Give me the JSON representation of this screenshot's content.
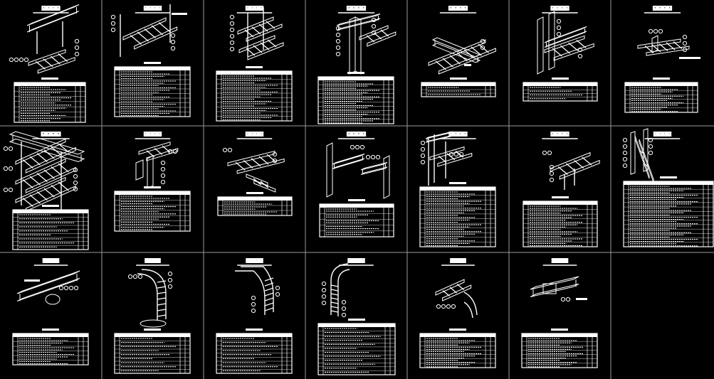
{
  "sheet": {
    "background": "#000000",
    "line_color": "#ffffff",
    "grid_color": "#9a9a9a",
    "columns": 7,
    "rows": 3
  },
  "panels": [
    {
      "id": "r1c1",
      "drawing": "trapeze-hanger-beam",
      "table_rows": 7,
      "has_table": true
    },
    {
      "id": "r1c2",
      "drawing": "ladder-tray-wall-support",
      "table_rows": 10,
      "has_table": true
    },
    {
      "id": "r1c3",
      "drawing": "ladder-tray-rod-support",
      "table_rows": 10,
      "has_table": true
    },
    {
      "id": "r1c4",
      "drawing": "column-bracket-support",
      "table_rows": 10,
      "has_table": true
    },
    {
      "id": "r1c5",
      "drawing": "tray-crossing-beam",
      "table_rows": 3,
      "has_table": true
    },
    {
      "id": "r1c6",
      "drawing": "cantilever-column-support",
      "table_rows": 4,
      "has_table": true
    },
    {
      "id": "r1c7",
      "drawing": "tray-clamp-detail",
      "table_rows": 6,
      "has_table": true
    },
    {
      "id": "r2c1",
      "drawing": "multi-tier-trapeze",
      "table_rows": 9,
      "has_table": true
    },
    {
      "id": "r2c2",
      "drawing": "tee-bracket-support",
      "table_rows": 7,
      "has_table": true
    },
    {
      "id": "r2c3",
      "drawing": "tray-tee-junction",
      "table_rows": 3,
      "has_table": true
    },
    {
      "id": "r2c4",
      "drawing": "double-column-brackets",
      "table_rows": 5,
      "has_table": true
    },
    {
      "id": "r2c5",
      "drawing": "portal-frame-support",
      "table_rows": 12,
      "has_table": true
    },
    {
      "id": "r2c6",
      "drawing": "floor-stand-support",
      "table_rows": 9,
      "has_table": true
    },
    {
      "id": "r2c7",
      "drawing": "vertical-riser-support",
      "table_rows": 14,
      "has_table": true
    },
    {
      "id": "r3c1",
      "drawing": "beam-clamp-fixing",
      "table_rows": 6,
      "has_table": true
    },
    {
      "id": "r3c2",
      "drawing": "vertical-bend-pedestal",
      "table_rows": 9,
      "has_table": true
    },
    {
      "id": "r3c3",
      "drawing": "inside-bend-wall",
      "table_rows": 9,
      "has_table": true
    },
    {
      "id": "r3c4",
      "drawing": "outside-bend-riser",
      "table_rows": 12,
      "has_table": true
    },
    {
      "id": "r3c5",
      "drawing": "horizontal-bend-branch",
      "table_rows": 7,
      "has_table": true
    },
    {
      "id": "r3c6",
      "drawing": "beam-flange-clip",
      "table_rows": 7,
      "has_table": true
    },
    {
      "id": "r3c7",
      "drawing": "empty",
      "table_rows": 0,
      "has_table": false
    }
  ]
}
